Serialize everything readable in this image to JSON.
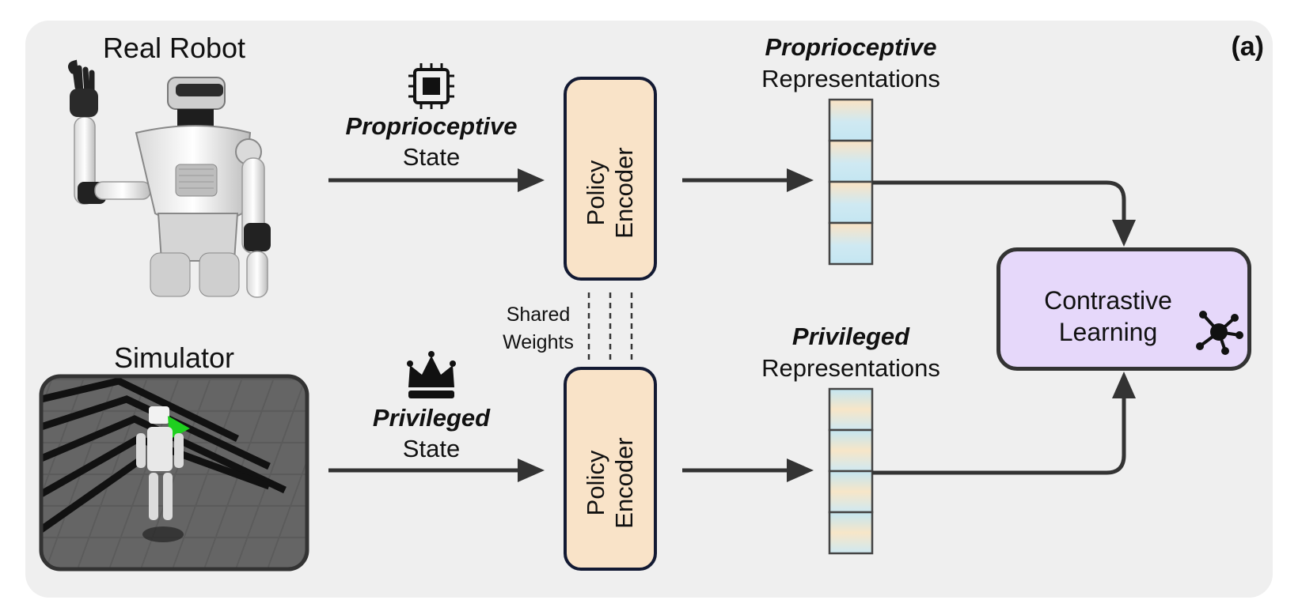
{
  "panel_label": "(a)",
  "top": {
    "source_label": "Real Robot",
    "input_label_bold": "Proprioceptive",
    "input_label_rest": "State",
    "encoder_line1": "Policy",
    "encoder_line2": "Encoder",
    "repr_label_bold": "Proprioceptive",
    "repr_label_rest": "Representations"
  },
  "bottom": {
    "source_label": "Simulator",
    "input_label_bold": "Privileged",
    "input_label_rest": "State",
    "encoder_line1": "Policy",
    "encoder_line2": "Encoder",
    "repr_label_bold": "Privileged",
    "repr_label_rest": "Representations"
  },
  "shared_weights_line1": "Shared",
  "shared_weights_line2": "Weights",
  "contrastive_line1": "Contrastive",
  "contrastive_line2": "Learning",
  "icons": [
    "chip-icon",
    "crown-icon",
    "network-icon",
    "circuit-icon",
    "graph-node-icon"
  ],
  "colors": {
    "panel_bg": "#efefef",
    "encoder_fill": "#f9e3c8",
    "encoder_border": "#131a33",
    "contrastive_fill": "#e6d8fa",
    "arrow": "#333333",
    "vector_blue": "#c9e8f1",
    "vector_orange": "#fbe3c4"
  }
}
